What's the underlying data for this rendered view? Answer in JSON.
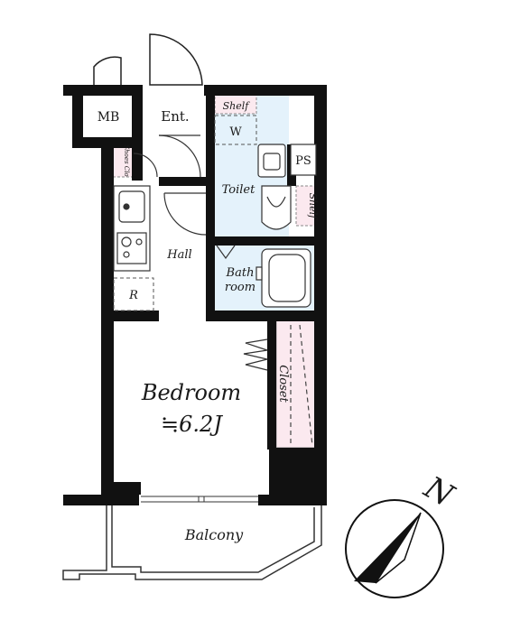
{
  "rooms": {
    "mb": "MB",
    "entrance": "Ent.",
    "shelf_top": "Shelf",
    "washer": "W",
    "toilet": "Toilet",
    "ps": "PS",
    "shelf_right": "Shelf",
    "shoes_closet": "Shoes Clo",
    "hall": "Hall",
    "bath_line1": "Bath",
    "bath_line2": "room",
    "refrigerator": "R",
    "bedroom": "Bedroom",
    "bedroom_size": "≒6.2J",
    "closet": "Closet",
    "balcony": "Balcony"
  },
  "compass": {
    "north": "N"
  },
  "colors": {
    "wall": "#111111",
    "wet_area": "#e4f2fb",
    "storage": "#fbe9ef",
    "background": "#ffffff"
  }
}
